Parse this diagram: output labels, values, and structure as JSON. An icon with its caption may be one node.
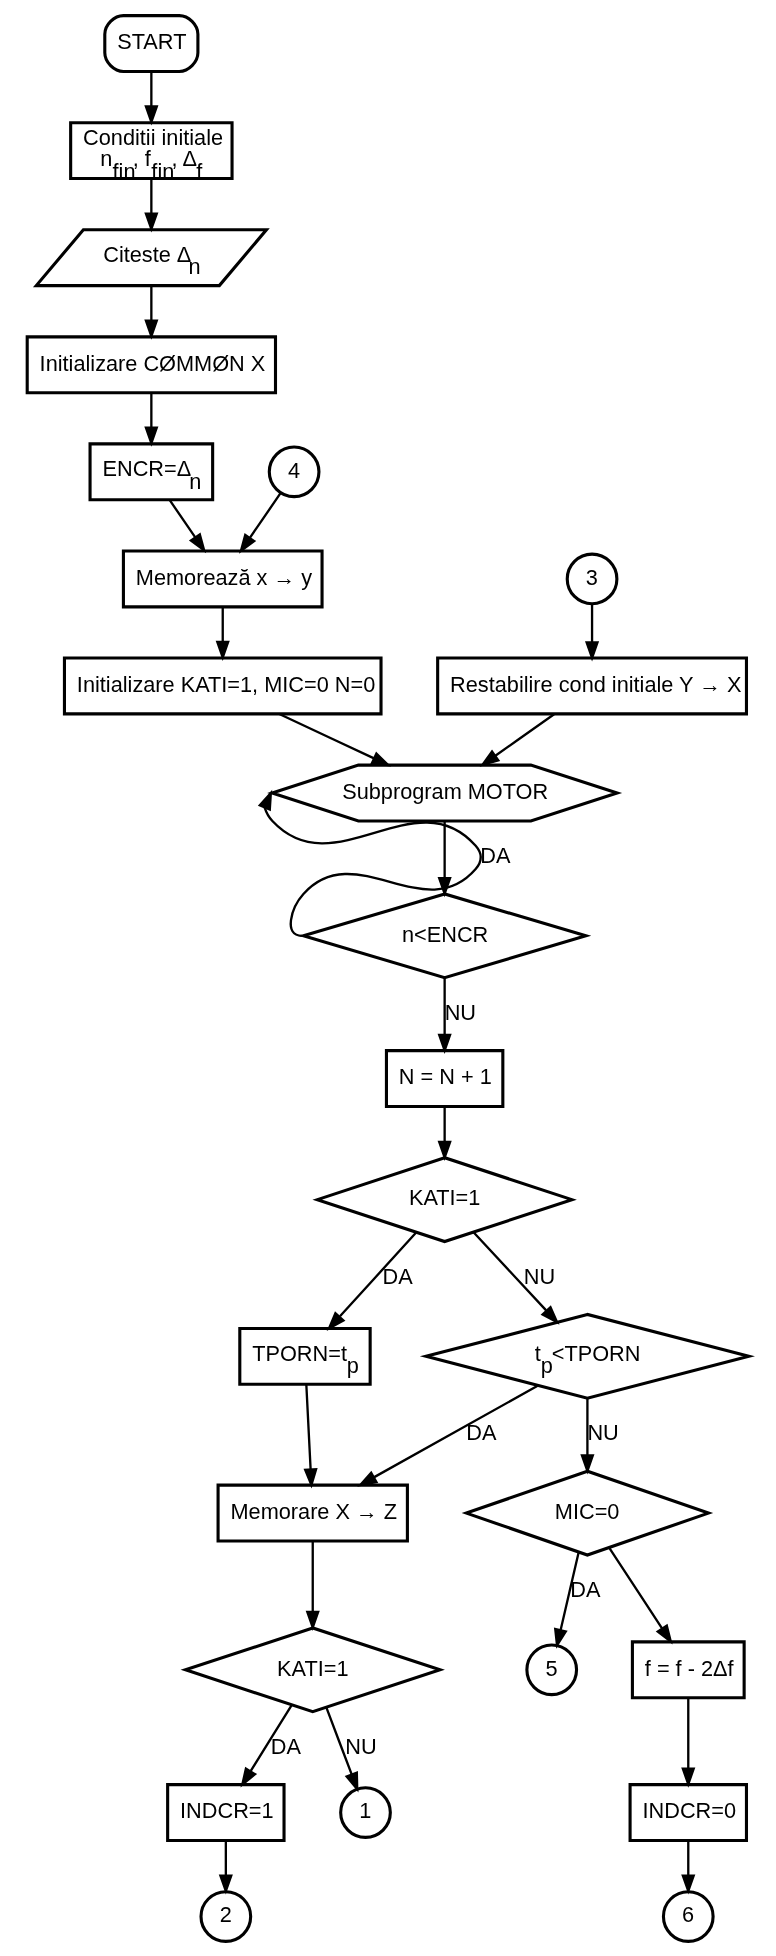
{
  "diagram": {
    "nodes": [
      {
        "text": [
          "START"
        ]
      },
      {
        "text": [
          "Conditii initiale",
          "n$_{fin}$, f$_{fin}$, Δ$_{f}$"
        ]
      },
      {
        "text": [
          "Citeste Δ$_{n}$"
        ]
      },
      {
        "text": [
          "Initializare CØMMØN X"
        ]
      },
      {
        "text": [
          "ENCR=Δ$_{n}$"
        ]
      },
      {
        "text": [
          "4"
        ]
      },
      {
        "text": [
          "Memorează x → y"
        ]
      },
      {
        "text": [
          "Initializare KATI=1, MIC=0 N=0"
        ]
      },
      {
        "text": [
          "3"
        ]
      },
      {
        "text": [
          "Restabilire cond initiale Y → X"
        ]
      },
      {
        "text": [
          "Subprogram MOTOR"
        ]
      },
      {
        "text": [
          "n<ENCR"
        ]
      },
      {
        "text": [
          "N = N + 1"
        ]
      },
      {
        "text": [
          "KATI=1"
        ]
      },
      {
        "text": [
          "TPORN=t$_{p}$"
        ]
      },
      {
        "text": [
          "t$_{p}$<TPORN"
        ]
      },
      {
        "text": [
          "MIC=0"
        ]
      },
      {
        "text": [
          "5"
        ]
      },
      {
        "text": [
          "Memorare X → Z"
        ]
      },
      {
        "text": [
          "f = f - 2Δf"
        ]
      },
      {
        "text": [
          "KATI=1"
        ]
      },
      {
        "text": [
          "INDCR=1"
        ]
      },
      {
        "text": [
          "INDCR=0"
        ]
      },
      {
        "text": [
          "1"
        ]
      },
      {
        "text": [
          "2"
        ]
      },
      {
        "text": [
          "6"
        ]
      }
    ],
    "edges": [
      {
        "from": 0,
        "to": 1,
        "arrow": "to"
      },
      {
        "from": 1,
        "to": 2,
        "arrow": "to"
      },
      {
        "from": 2,
        "to": 3,
        "arrow": "to"
      },
      {
        "from": 3,
        "to": 4,
        "arrow": "to"
      },
      {
        "from": 4,
        "to": 6,
        "arrow": "to"
      },
      {
        "from": 5,
        "to": 6,
        "arrow": "to"
      },
      {
        "from": 6,
        "to": 7,
        "arrow": "to"
      },
      {
        "from": 7,
        "to": 10,
        "arrow": "to"
      },
      {
        "from": 8,
        "to": 9,
        "arrow": "to"
      },
      {
        "from": 9,
        "to": 10,
        "arrow": "to"
      },
      {
        "from": 10,
        "to": 11,
        "arrow": "to"
      },
      {
        "from": 11,
        "to": 10,
        "arrow": "to",
        "label": "DA"
      },
      {
        "from": 11,
        "to": 12,
        "arrow": "to",
        "label": "NU"
      },
      {
        "from": 12,
        "to": 13,
        "arrow": "to"
      },
      {
        "from": 13,
        "to": 14,
        "arrow": "to",
        "label": "DA"
      },
      {
        "from": 13,
        "to": 15,
        "arrow": "to",
        "label": "NU"
      },
      {
        "from": 14,
        "to": 18,
        "arrow": "to"
      },
      {
        "from": 15,
        "to": 18,
        "arrow": "to",
        "label": "DA"
      },
      {
        "from": 15,
        "to": 16,
        "arrow": "to",
        "label": "NU"
      },
      {
        "from": 16,
        "to": 17,
        "arrow": "to",
        "label": "DA"
      },
      {
        "from": 16,
        "to": 19,
        "arrow": "to"
      },
      {
        "from": 19,
        "to": 22,
        "arrow": "to"
      },
      {
        "from": 22,
        "to": 25,
        "arrow": "to"
      },
      {
        "from": 18,
        "to": 20,
        "arrow": "to"
      },
      {
        "from": 20,
        "to": 21,
        "arrow": "to",
        "label": "DA"
      },
      {
        "from": 20,
        "to": 23,
        "arrow": "to",
        "label": "NU"
      },
      {
        "from": 21,
        "to": 24,
        "arrow": "to"
      }
    ]
  }
}
